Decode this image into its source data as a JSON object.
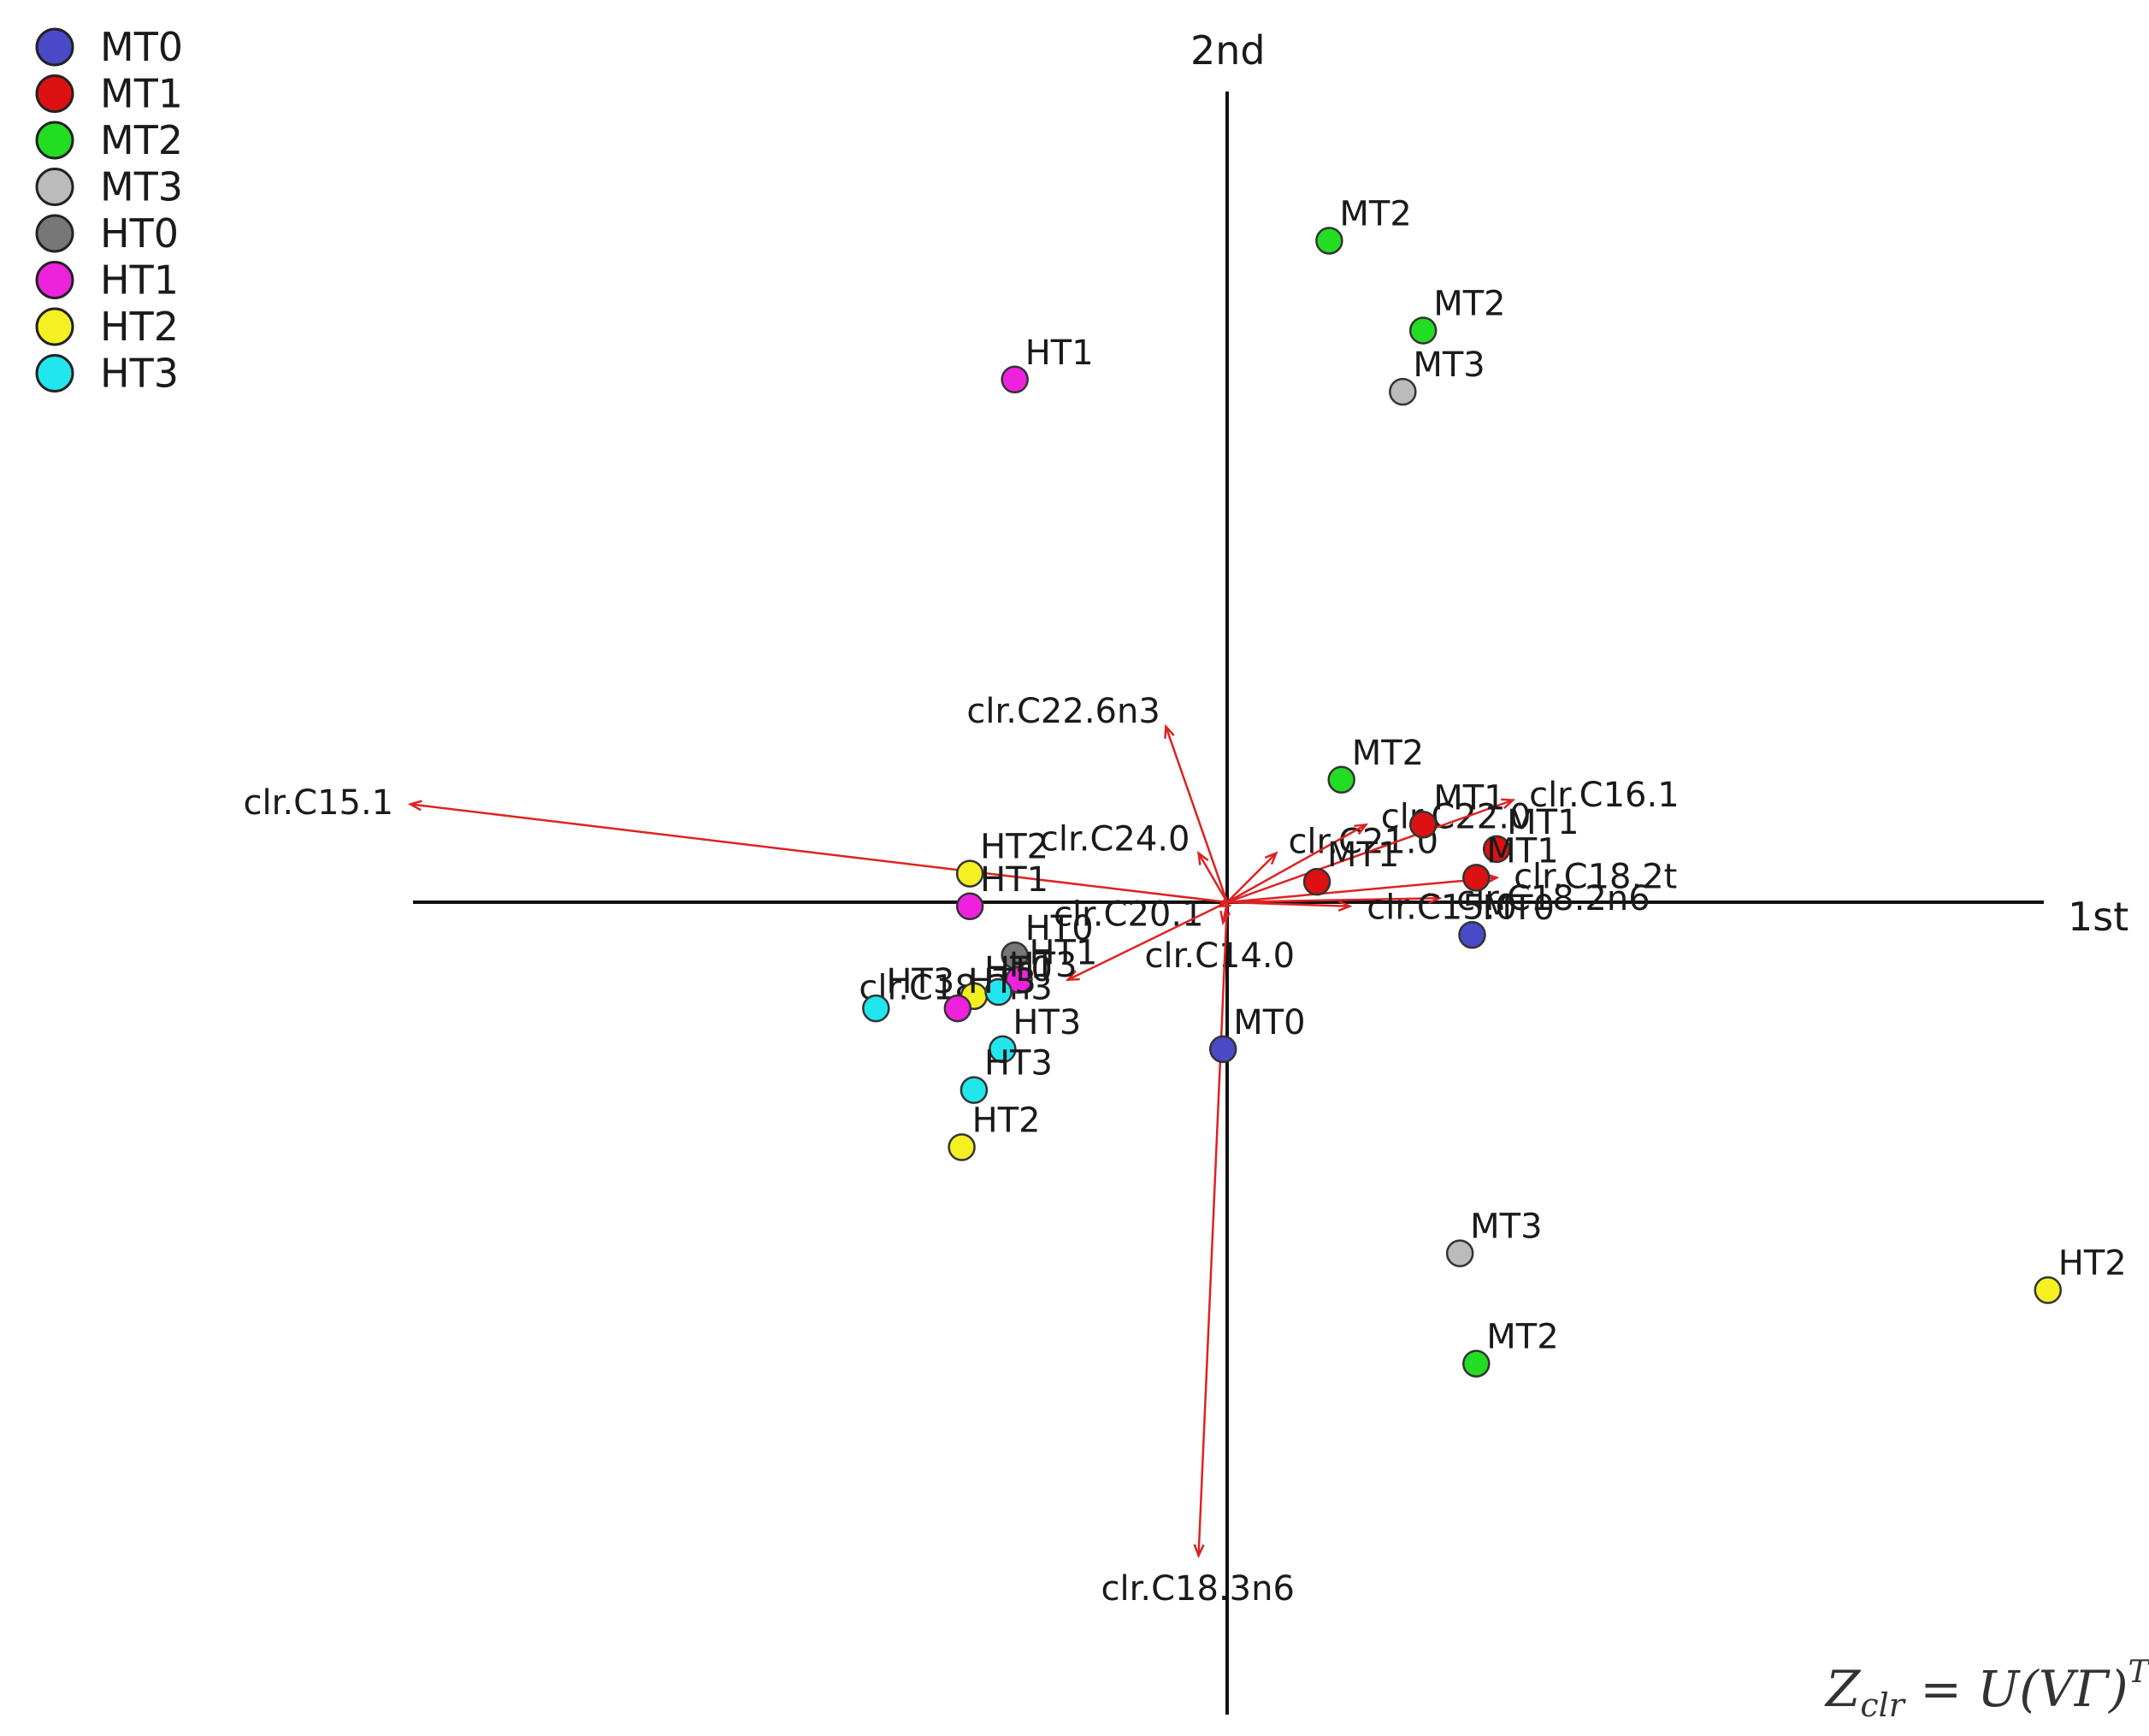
{
  "formula": {
    "lhs": "Z",
    "sub": "clr",
    "rhs": " = U(VΓ)",
    "sup": "T"
  },
  "colors": {
    "MT0": "#4a4ac8",
    "MT1": "#dd1111",
    "MT2": "#22dd22",
    "MT3": "#bbbbbb",
    "HT0": "#777777",
    "HT1": "#ee22dd",
    "HT2": "#f4f022",
    "HT3": "#22e6ee",
    "arrow": "#dd2222"
  },
  "chart_data": {
    "type": "biplot",
    "title": "",
    "xlabel": "1st",
    "ylabel": "2nd",
    "xlim": [
      -10,
      10
    ],
    "ylim": [
      -10.5,
      10
    ],
    "grid": false,
    "legend_position": "top-left",
    "legend": [
      "MT0",
      "MT1",
      "MT2",
      "MT3",
      "HT0",
      "HT1",
      "HT2",
      "HT3"
    ],
    "points": [
      {
        "group": "MT2",
        "label": "MT2",
        "x": 1.25,
        "y": 8.1
      },
      {
        "group": "MT2",
        "label": "MT2",
        "x": 2.4,
        "y": 7.0
      },
      {
        "group": "MT3",
        "label": "MT3",
        "x": 2.15,
        "y": 6.25
      },
      {
        "group": "HT1",
        "label": "HT1",
        "x": -2.6,
        "y": 6.4
      },
      {
        "group": "MT2",
        "label": "MT2",
        "x": 1.4,
        "y": 1.5
      },
      {
        "group": "MT1",
        "label": "MT1",
        "x": 2.4,
        "y": 0.95
      },
      {
        "group": "MT1",
        "label": "MT1",
        "x": 3.3,
        "y": 0.65
      },
      {
        "group": "MT1",
        "label": "MT1",
        "x": 1.1,
        "y": 0.25
      },
      {
        "group": "MT1",
        "label": "MT1",
        "x": 3.05,
        "y": 0.3
      },
      {
        "group": "MT0",
        "label": "MT0",
        "x": 3.0,
        "y": -0.4
      },
      {
        "group": "HT2",
        "label": "HT2",
        "x": -3.15,
        "y": 0.35
      },
      {
        "group": "HT1",
        "label": "HT1",
        "x": -3.15,
        "y": -0.05
      },
      {
        "group": "HT0",
        "label": "HT0",
        "x": -2.6,
        "y": -0.65
      },
      {
        "group": "HT1",
        "label": "HT1",
        "x": -2.55,
        "y": -0.95
      },
      {
        "group": "HT2",
        "label": "HT0",
        "x": -3.1,
        "y": -1.15
      },
      {
        "group": "HT3",
        "label": "HT3",
        "x": -2.8,
        "y": -1.1
      },
      {
        "group": "HT1",
        "label": "HT3",
        "x": -3.3,
        "y": -1.3
      },
      {
        "group": "HT3",
        "label": "HT3",
        "x": -4.3,
        "y": -1.3
      },
      {
        "group": "HT3",
        "label": "HT3",
        "x": -2.75,
        "y": -1.8
      },
      {
        "group": "HT3",
        "label": "HT3",
        "x": -3.1,
        "y": -2.3
      },
      {
        "group": "HT2",
        "label": "HT2",
        "x": -3.25,
        "y": -3.0
      },
      {
        "group": "MT0",
        "label": "MT0",
        "x": -0.05,
        "y": -1.8
      },
      {
        "group": "MT3",
        "label": "MT3",
        "x": 2.85,
        "y": -4.3
      },
      {
        "group": "MT2",
        "label": "MT2",
        "x": 3.05,
        "y": -5.65
      },
      {
        "group": "HT2",
        "label": "HT2",
        "x": 10.05,
        "y": -4.75
      }
    ],
    "loadings": [
      {
        "label": "clr.C15.1",
        "x": -10.0,
        "y": 1.2
      },
      {
        "label": "clr.C22.6n3",
        "x": -0.75,
        "y": 2.15
      },
      {
        "label": "clr.C24.0",
        "x": -0.35,
        "y": 0.6
      },
      {
        "label": "clr.C21.0",
        "x": 0.6,
        "y": 0.6
      },
      {
        "label": "clr.C22.0",
        "x": 1.7,
        "y": 0.95
      },
      {
        "label": "clr.C16.1",
        "x": 3.5,
        "y": 1.25
      },
      {
        "label": "clr.C18.2t",
        "x": 3.3,
        "y": 0.3
      },
      {
        "label": "clr.C18.2n6",
        "x": 2.6,
        "y": 0.05
      },
      {
        "label": "clr.C15.0",
        "x": 1.5,
        "y": -0.05
      },
      {
        "label": "clr.C20.1",
        "x": -0.1,
        "y": -0.05
      },
      {
        "label": "clr.C14.0",
        "x": -0.05,
        "y": -0.25
      },
      {
        "label": "clr.C18.3n3",
        "x": -1.95,
        "y": -0.95
      },
      {
        "label": "clr.C18.3n6",
        "x": -0.35,
        "y": -8.0
      }
    ]
  }
}
